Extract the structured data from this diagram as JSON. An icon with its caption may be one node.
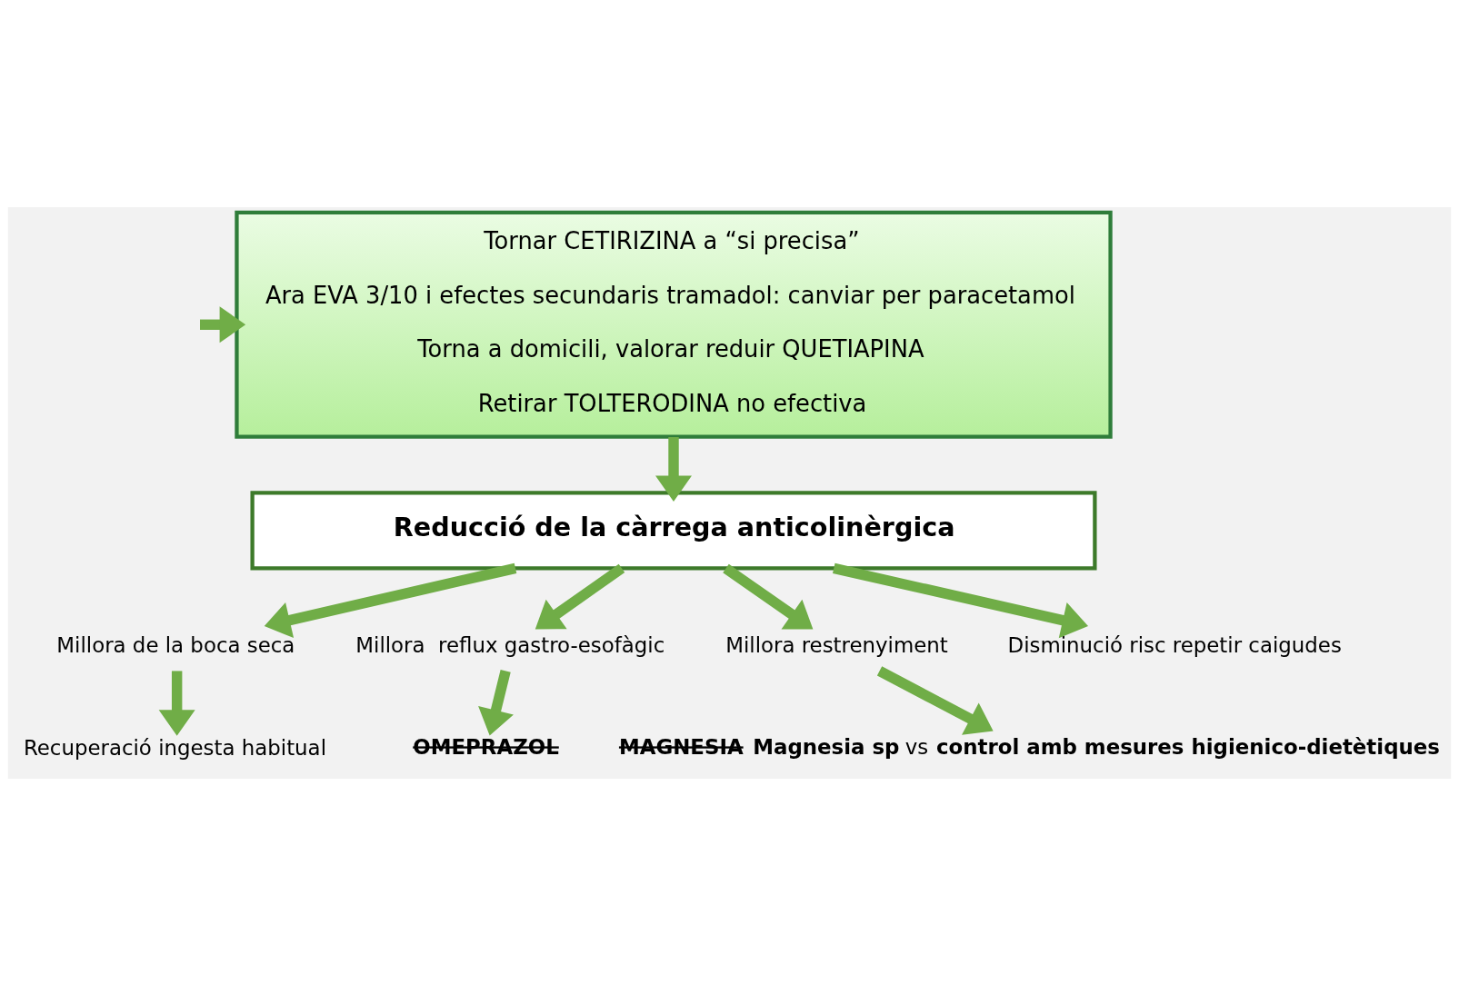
{
  "diagram": {
    "nodes": [
      {
        "text": [
          "Tornar CETIRIZINA a “si precisa”",
          "Ara EVA 3/10 i efectes secundaris tramadol: canviar per paracetamol",
          "Torna a domicili, valorar reduir QUETIAPINA",
          "Retirar TOLTERODINA no efectiva"
        ]
      },
      {
        "text": [
          "Reducció de la càrrega anticolinèrgica"
        ]
      },
      {
        "text": [
          "Millora de la boca seca"
        ]
      },
      {
        "text": [
          "Millora  reflux gastro-esofàgic"
        ]
      },
      {
        "text": [
          "Millora restrenyiment"
        ]
      },
      {
        "text": [
          "Disminució risc repetir caigudes"
        ]
      },
      {
        "text": [
          "Recuperació ingesta habitual"
        ]
      },
      {
        "text": [
          "OMEPRAZOL"
        ]
      },
      {
        "text": [
          "MAGNESIA **Magnesia sp** vs **control amb mesures higienico-dietètiques**"
        ]
      }
    ],
    "edges": [
      {
        "from": null,
        "to": 0,
        "arrow": "to"
      },
      {
        "from": 0,
        "to": 1,
        "arrow": "to"
      },
      {
        "from": 1,
        "to": 2,
        "arrow": "to"
      },
      {
        "from": 1,
        "to": 3,
        "arrow": "to"
      },
      {
        "from": 1,
        "to": 4,
        "arrow": "to"
      },
      {
        "from": 1,
        "to": 5,
        "arrow": "to"
      },
      {
        "from": 2,
        "to": 6,
        "arrow": "to"
      },
      {
        "from": 3,
        "to": 7,
        "arrow": "to"
      },
      {
        "from": 4,
        "to": 8,
        "arrow": "to"
      }
    ]
  }
}
